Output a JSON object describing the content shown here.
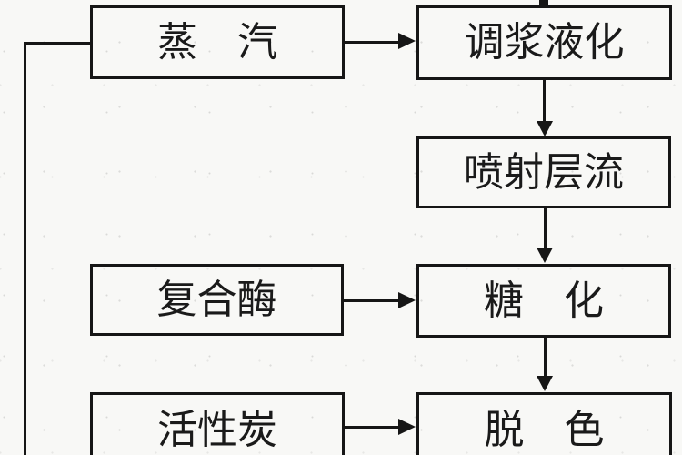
{
  "diagram": {
    "type": "flowchart",
    "language": "zh-CN",
    "colors": {
      "line": "#161616",
      "text": "#1a1a1a",
      "background": "#f8f8f6",
      "box_fill": "transparent"
    },
    "boxes": {
      "steam": {
        "label": "蒸　汽"
      },
      "slurry_liquefaction": {
        "label": "调浆液化"
      },
      "jet_laminar_flow": {
        "label": "喷射层流"
      },
      "compound_enzyme": {
        "label": "复合酶"
      },
      "saccharification": {
        "label": "糖　化"
      },
      "activated_carbon": {
        "label": "活性炭"
      },
      "decolorization": {
        "label": "脱　色"
      }
    },
    "edges": [
      {
        "from": "offscreen_top",
        "to": "slurry_liquefaction",
        "style": "arrow",
        "clipped": true
      },
      {
        "from": "steam",
        "to": "slurry_liquefaction",
        "style": "arrow"
      },
      {
        "from": "slurry_liquefaction",
        "to": "jet_laminar_flow",
        "style": "arrow"
      },
      {
        "from": "jet_laminar_flow",
        "to": "saccharification",
        "style": "arrow"
      },
      {
        "from": "compound_enzyme",
        "to": "saccharification",
        "style": "arrow"
      },
      {
        "from": "saccharification",
        "to": "decolorization",
        "style": "arrow"
      },
      {
        "from": "activated_carbon",
        "to": "decolorization",
        "style": "arrow"
      },
      {
        "from": "steam",
        "to": "offscreen_bottom",
        "style": "plain-line",
        "route": "left-edge",
        "clipped": true
      }
    ]
  }
}
